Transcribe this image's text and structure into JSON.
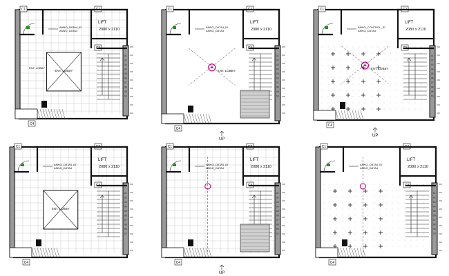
{
  "panels": [
    {
      "lift": {
        "title": "LIFT",
        "size": "2080 x 2110"
      },
      "note": {
        "line1": "ANNO_DATA4_ID",
        "line2": "ANNO_DATA4"
      },
      "center_label": "ENT. LOBBY",
      "side_label": "ENT. LOBBY",
      "column_tags": [
        "C1",
        "C2",
        "C3",
        "C4"
      ],
      "up_label": ""
    },
    {
      "lift": {
        "title": "LIFT",
        "size": "2080 x 2110"
      },
      "note": {
        "line1": "ANNO_DATA4_ID",
        "line2": "ANNO_DATA4"
      },
      "center_label": "ENT. LOBBY",
      "side_label": "",
      "column_tags": [
        "C1",
        "C2",
        "C3",
        "C4"
      ],
      "up_label": "UP"
    },
    {
      "lift": {
        "title": "LIFT",
        "size": "2080 x 2110"
      },
      "note": {
        "line1": "ANNO_CONTROL_ID",
        "line2": "ANNO_DATA4"
      },
      "center_label": "ENT. LOBBY",
      "side_label": "",
      "column_tags": [
        "C1",
        "C2",
        "C3",
        "C4"
      ],
      "up_label": "UP"
    },
    {
      "lift": {
        "title": "LIFT",
        "size": "2080 x 2110"
      },
      "note": {
        "line1": "ANNO_DATA4_ID",
        "line2": "ANNO_DATA4"
      },
      "center_label": "ENT. LOBBY",
      "side_label": "",
      "column_tags": [
        "C1",
        "C2",
        "C3",
        "C4"
      ],
      "up_label": ""
    },
    {
      "lift": {
        "title": "LIFT",
        "size": "2080 x 2110"
      },
      "note": {
        "line1": "ANNO_DATA4_ID",
        "line2": "ANNO_DATA4"
      },
      "center_label": "",
      "side_label": "",
      "column_tags": [
        "C1",
        "C2",
        "C3",
        "C4"
      ],
      "up_label": "UP"
    },
    {
      "lift": {
        "title": "LIFT",
        "size": "2080 x 2110"
      },
      "note": {
        "line1": "ANNO_DATA4_ID",
        "line2": "ANNO_DATA4"
      },
      "center_label": "",
      "side_label": "",
      "column_tags": [
        "C1",
        "C2",
        "C3",
        "C4"
      ],
      "up_label": ""
    }
  ]
}
